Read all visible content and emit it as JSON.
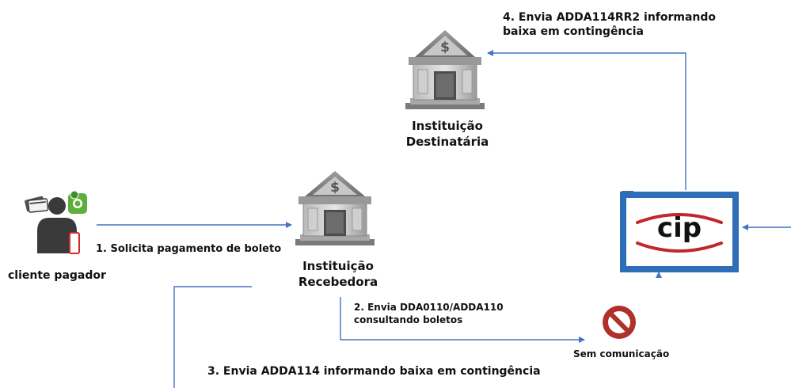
{
  "nodes": {
    "destination": {
      "line1": "Instituição",
      "line2": "Destinatária"
    },
    "receiver": {
      "line1": "Instituição",
      "line2": "Recebedora"
    },
    "payer": {
      "label": "cliente pagador"
    },
    "cip": {
      "logo_text": "cip"
    },
    "no_comm": {
      "label": "Sem comunicação"
    }
  },
  "steps": {
    "step1": "1. Solicita pagamento de boleto",
    "step2_line1": "2. Envia DDA0110/ADDA110",
    "step2_line2": "consultando boletos",
    "step3": "3. Envia ADDA114 informando baixa em contingência",
    "step4_line1": "4. Envia ADDA114RR2 informando",
    "step4_line2": "baixa em contingência"
  },
  "colors": {
    "arrow": "#4472C4",
    "cip_border": "#2E6DB8",
    "cip_red": "#C0282D",
    "prohibited": "#B0302A",
    "bank_gray": "#8C8C8C",
    "money_green": "#5DAE3A",
    "phone_red": "#D62828"
  }
}
